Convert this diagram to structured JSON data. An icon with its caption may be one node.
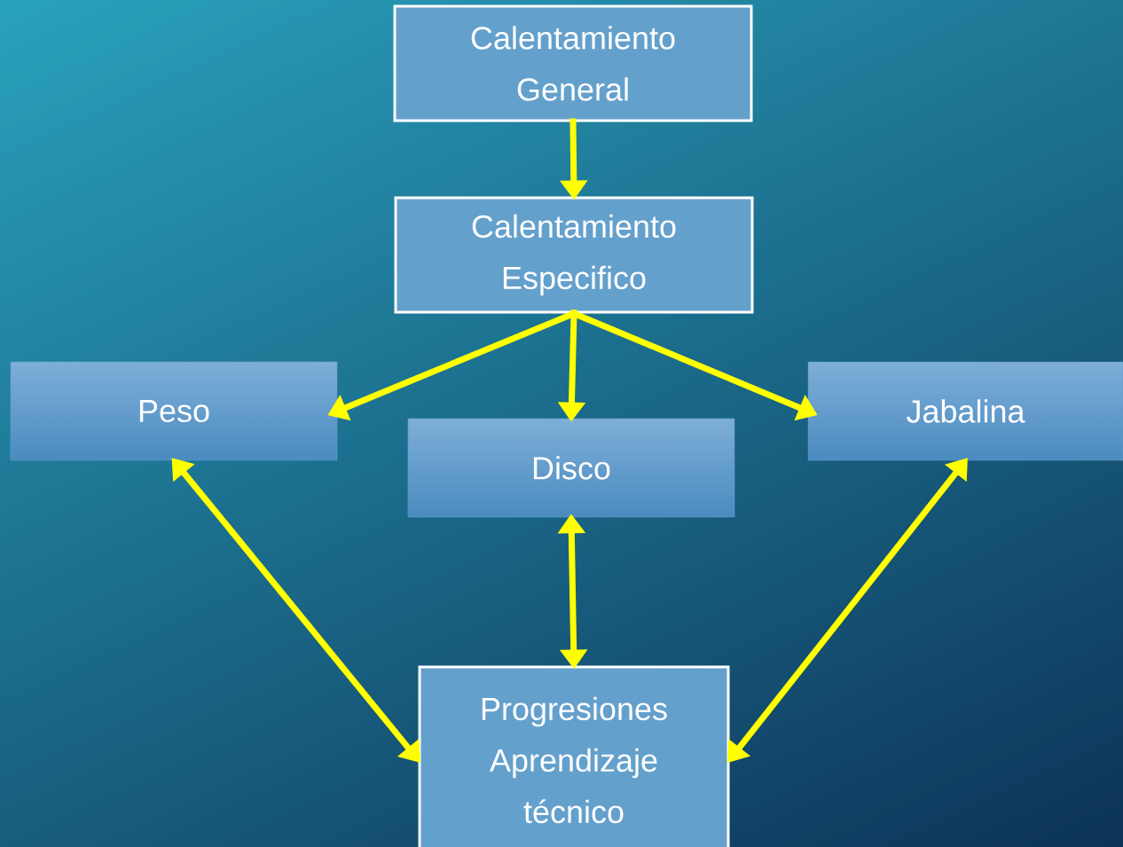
{
  "diagram": {
    "nodes": [
      {
        "text": [
          "Calentamiento General"
        ]
      },
      {
        "text": [
          "Calentamiento Especifico"
        ]
      },
      {
        "text": [
          "Peso"
        ]
      },
      {
        "text": [
          "Disco"
        ]
      },
      {
        "text": [
          "Jabalina"
        ]
      },
      {
        "text": [
          "Progresiones Aprendizaje técnico"
        ]
      }
    ],
    "edges": [
      {
        "from": 0,
        "to": 1,
        "arrow": "to"
      },
      {
        "from": 1,
        "to": 2,
        "arrow": "to"
      },
      {
        "from": 1,
        "to": 3,
        "arrow": "to"
      },
      {
        "from": 1,
        "to": 4,
        "arrow": "to"
      },
      {
        "from": 2,
        "to": 5,
        "arrow": "both"
      },
      {
        "from": 3,
        "to": 5,
        "arrow": "both"
      },
      {
        "from": 4,
        "to": 5,
        "arrow": "both"
      }
    ]
  }
}
